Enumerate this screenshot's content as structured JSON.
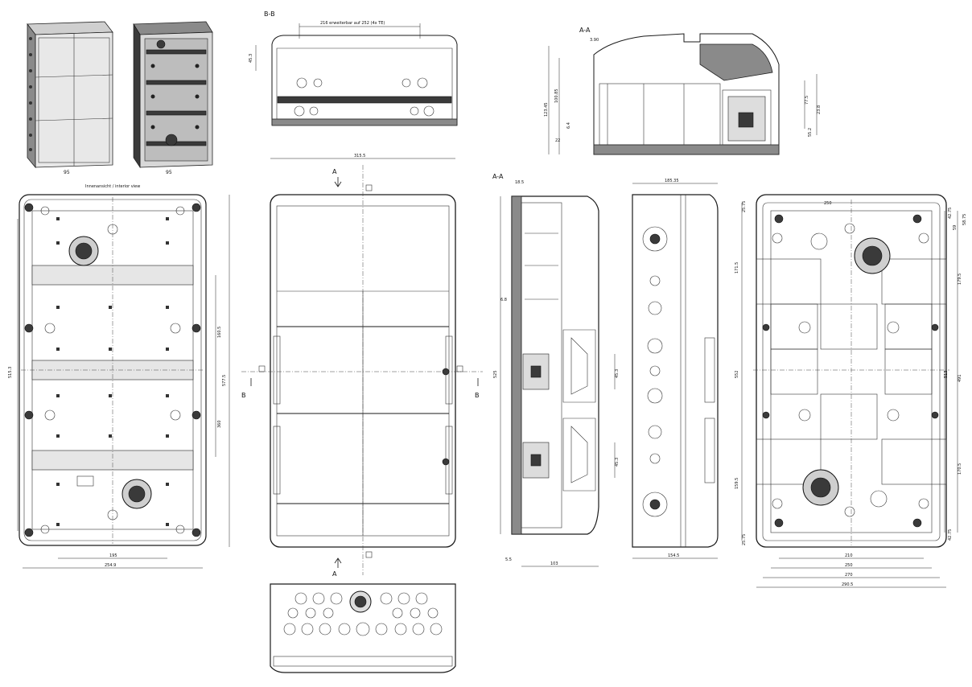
{
  "labels": {
    "section_bb": "B-B",
    "section_aa_top": "A-A",
    "section_aa_left": "A-A",
    "interior_view": "Innenansicht / interior view",
    "bb_header": "216 erweiterbar auf 252 (4x TE)",
    "cut_a": "A",
    "cut_b": "B"
  },
  "dims": {
    "iso_w1": "95",
    "iso_w2": "95",
    "interior_h": "515.3",
    "interior_inner": "195",
    "interior_overall": "254.9",
    "interior_rail": "360",
    "interior_mid": "160.5",
    "front_w": "315.5",
    "front_h": "577.5",
    "bb_h": "45.3",
    "aa_top_h1": "123.45",
    "aa_top_h2": "100.85",
    "aa_top_a": "3.90",
    "aa_top_b": "22",
    "aa_top_c": "6.4",
    "aa_top_d": "55.2",
    "aa_top_e": "77.5",
    "aa_top_f": "23.8",
    "aa_side_top": "18.5",
    "aa_side_h": "525",
    "aa_side_a": "6.8",
    "aa_side_b": "45.3",
    "aa_side_c": "45.3",
    "aa_side_bottom": "5.5",
    "aa_side_w": "103",
    "side_top": "185.35",
    "side_bottom": "154.5",
    "rear_h": "552",
    "rear_h2": "513",
    "rear_h3": "491",
    "rear_h4": "171.5",
    "rear_h5": "159.5",
    "rear_h6": "179.5",
    "rear_h7": "170.5",
    "rear_t1": "25.75",
    "rear_t2": "42.75",
    "rear_t3": "59",
    "rear_t4": "58.75",
    "rear_b1": "25.75",
    "rear_b2": "42.75",
    "rear_w1": "210",
    "rear_w2": "250",
    "rear_w3": "270",
    "rear_w4": "290.5",
    "rear_top": "250"
  }
}
